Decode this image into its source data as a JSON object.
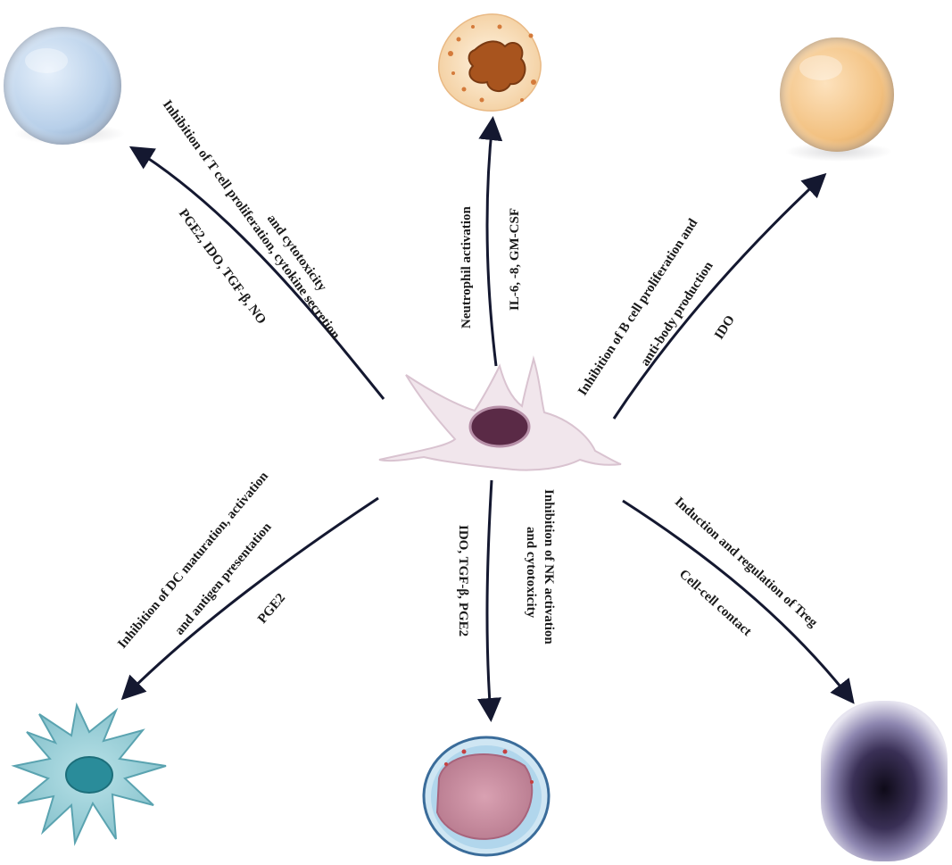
{
  "colors": {
    "arrow": "#141830",
    "text": "#1a1a1a",
    "msc_body": "#f1e6ec",
    "msc_nucleus": "#5a2a46",
    "t_cell": "#bcd3ec",
    "neutrophil": "#f4c99a",
    "b_cell": "#f5c990",
    "dendritic_cell": "#8fcbd4",
    "nk_cell": "#c98a9e",
    "treg": "#2a2140"
  },
  "cells": {
    "center": "mesenchymal-stem-cell",
    "top_left": "t-cell",
    "top": "neutrophil",
    "top_right": "b-cell",
    "bottom_left": "dendritic-cell",
    "bottom": "nk-cell",
    "bottom_right": "treg-cell"
  },
  "labels": {
    "t_cell_effect_1": "Inhibition of T cell proliferation, cytokine secretion",
    "t_cell_effect_2": "and cytotoxicity",
    "t_cell_mediators": "PGE2, IDO, TGF-β, NO",
    "neutrophil_effect": "Neutrophil activation",
    "neutrophil_mediators": "IL-6, -8, GM-CSF",
    "b_cell_effect_1": "Inhibition of B cell proliferation and",
    "b_cell_effect_2": "anti-body production",
    "b_cell_mediators": "IDO",
    "dc_effect_1": "Inhibition of DC maturation, activation",
    "dc_effect_2": "and antigen presentation",
    "dc_mediators": "PGE2",
    "nk_effect_1": "Inhibition of NK activation",
    "nk_effect_2": "and cytotoxicity",
    "nk_mediators": "IDO, TGF-β, PGE2",
    "treg_effect": "Induction and regulation of Treg",
    "treg_mediators": "Cell-cell contact"
  }
}
